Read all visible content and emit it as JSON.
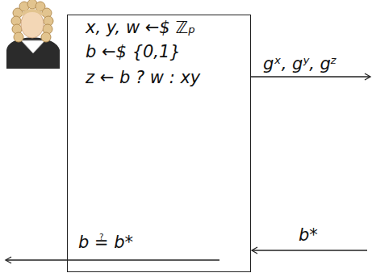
{
  "diagram": {
    "nodes": [
      {
        "text": [
          "x, y, w ←$ ℤₚ",
          "b ←$ {0,1}",
          "z ← b ? w : xy",
          "b ≟ b*"
        ]
      }
    ],
    "labels": [
      "gˣ, gʸ, gᶻ",
      "b*"
    ]
  }
}
